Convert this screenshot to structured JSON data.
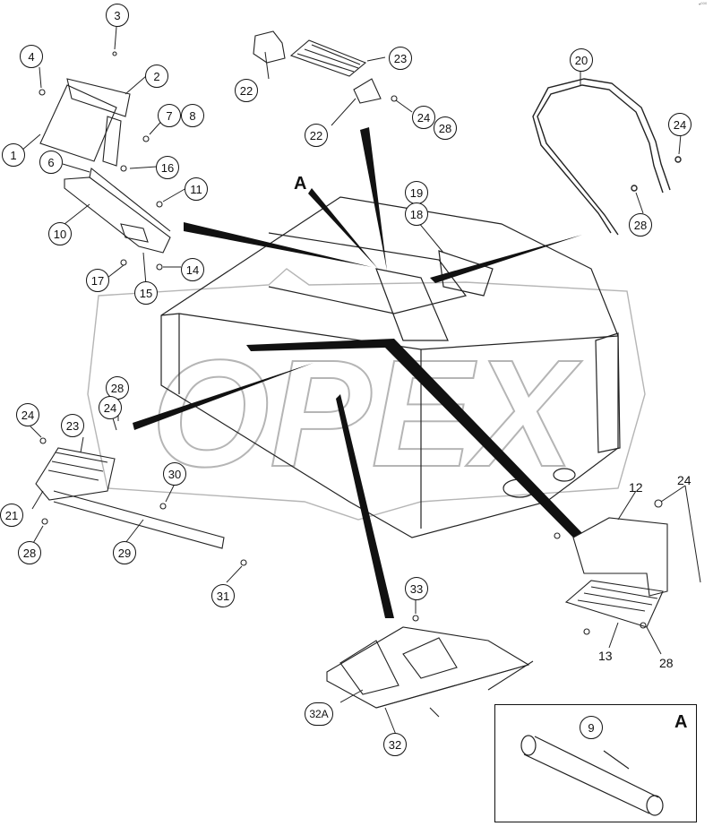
{
  "diagram": {
    "watermark": "OPEX",
    "view_label": "A",
    "inset_label": "A",
    "corner_ref": "•⁰⁰⁰",
    "callouts": {
      "c1": "1",
      "c2": "2",
      "c3": "3",
      "c4": "4",
      "c6": "6",
      "c7": "7",
      "c8": "8",
      "c10": "10",
      "c11": "11",
      "c14": "14",
      "c15": "15",
      "c16": "16",
      "c17": "17",
      "c18": "18",
      "c19": "19",
      "c20": "20",
      "c21": "21",
      "c22a": "22",
      "c22b": "22",
      "c23a": "23",
      "c23b": "23",
      "c24a": "24",
      "c24b": "24",
      "c24c": "24",
      "c24d": "24",
      "c28a": "28",
      "c28b": "28",
      "c28c": "28",
      "c28d": "28",
      "c29": "29",
      "c30": "30",
      "c31": "31",
      "c32": "32",
      "c32a": "32A",
      "c33": "33",
      "c9": "9"
    },
    "plain_labels": {
      "p12": "12",
      "p13": "13",
      "p24": "24",
      "p28": "28"
    }
  }
}
